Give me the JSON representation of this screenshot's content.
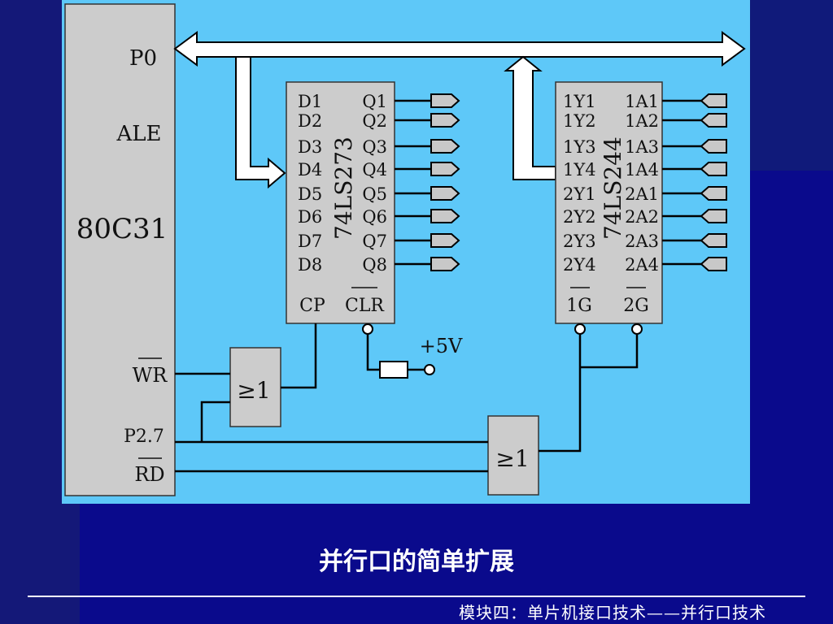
{
  "cpu": {
    "name": "80C31",
    "pins": {
      "p0": "P0",
      "ale": "ALE",
      "wr": "WR",
      "p27": "P2.7",
      "rd": "RD"
    }
  },
  "latch": {
    "name": "74LS273",
    "d_pins": [
      "D1",
      "D2",
      "D3",
      "D4",
      "D5",
      "D6",
      "D7",
      "D8"
    ],
    "q_pins": [
      "Q1",
      "Q2",
      "Q3",
      "Q4",
      "Q5",
      "Q6",
      "Q7",
      "Q8"
    ],
    "cp": "CP",
    "clr": "CLR"
  },
  "buffer": {
    "name": "74LS244",
    "y_pins": [
      "1Y1",
      "1Y2",
      "1Y3",
      "1Y4",
      "2Y1",
      "2Y2",
      "2Y3",
      "2Y4"
    ],
    "a_pins": [
      "1A1",
      "1A2",
      "1A3",
      "1A4",
      "2A1",
      "2A2",
      "2A3",
      "2A4"
    ],
    "g1": "1G",
    "g2": "2G"
  },
  "gate1": {
    "label": "≥1"
  },
  "gate2": {
    "label": "≥1"
  },
  "power": {
    "label": "+5V"
  },
  "caption": "并行口的简单扩展",
  "footer": "模块四：单片机接口技术——并行口技术"
}
